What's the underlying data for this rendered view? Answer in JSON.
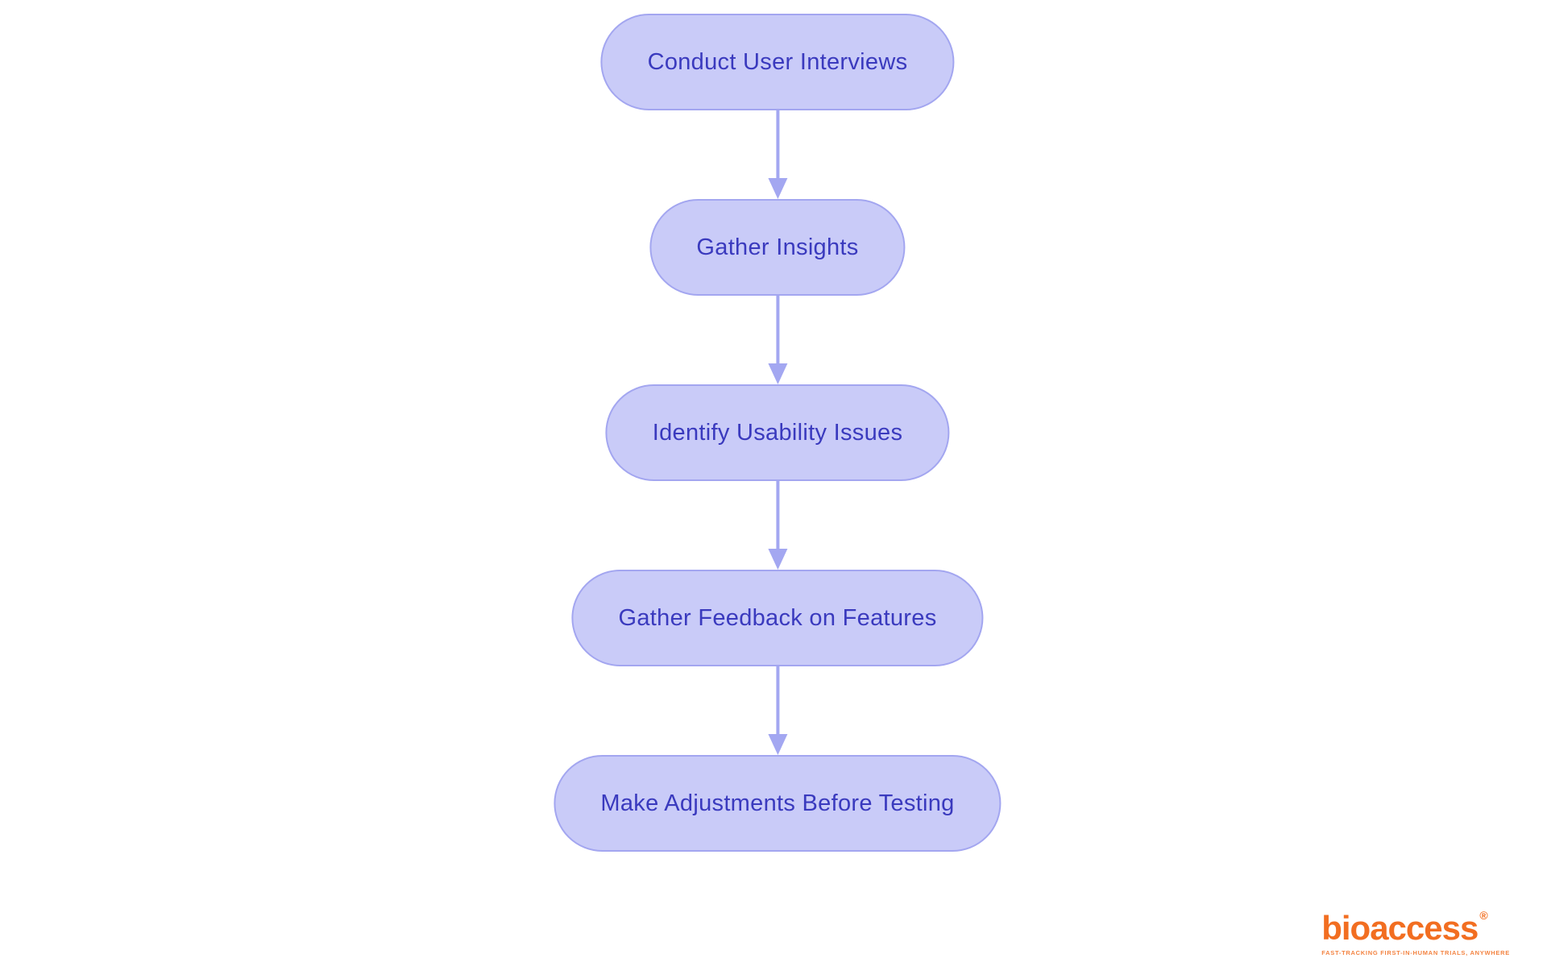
{
  "flowchart": {
    "nodes": [
      {
        "id": "conduct-user-interviews",
        "label": "Conduct User Interviews"
      },
      {
        "id": "gather-insights",
        "label": "Gather Insights"
      },
      {
        "id": "identify-usability-issues",
        "label": "Identify Usability Issues"
      },
      {
        "id": "gather-feedback-on-features",
        "label": "Gather Feedback on Features"
      },
      {
        "id": "make-adjustments-before-testing",
        "label": "Make Adjustments Before Testing"
      }
    ],
    "edges": [
      {
        "from": 0,
        "to": 1
      },
      {
        "from": 1,
        "to": 2
      },
      {
        "from": 2,
        "to": 3
      },
      {
        "from": 3,
        "to": 4
      }
    ],
    "colors": {
      "node_fill": "#c9cbf8",
      "node_border": "#a3a6f0",
      "node_text": "#3a3abe",
      "arrow": "#a3a7f1"
    }
  },
  "logo": {
    "brand": "bioaccess",
    "registered_mark": "®",
    "tagline": "FAST-TRACKING FIRST-IN-HUMAN TRIALS, ANYWHERE",
    "color": "#f26e21"
  }
}
